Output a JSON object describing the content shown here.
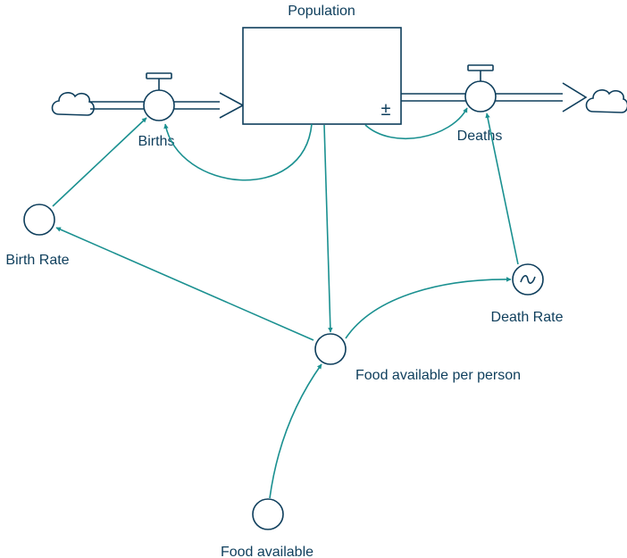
{
  "diagram": {
    "stock": {
      "label": "Population",
      "sign": "±"
    },
    "flows": {
      "births": "Births",
      "deaths": "Deaths"
    },
    "variables": {
      "birth_rate": "Birth Rate",
      "death_rate": "Death Rate",
      "food_per_person": "Food available per person",
      "food_available": "Food available"
    },
    "colors": {
      "outline": "#0e3e5c",
      "link": "#1a9090"
    }
  }
}
